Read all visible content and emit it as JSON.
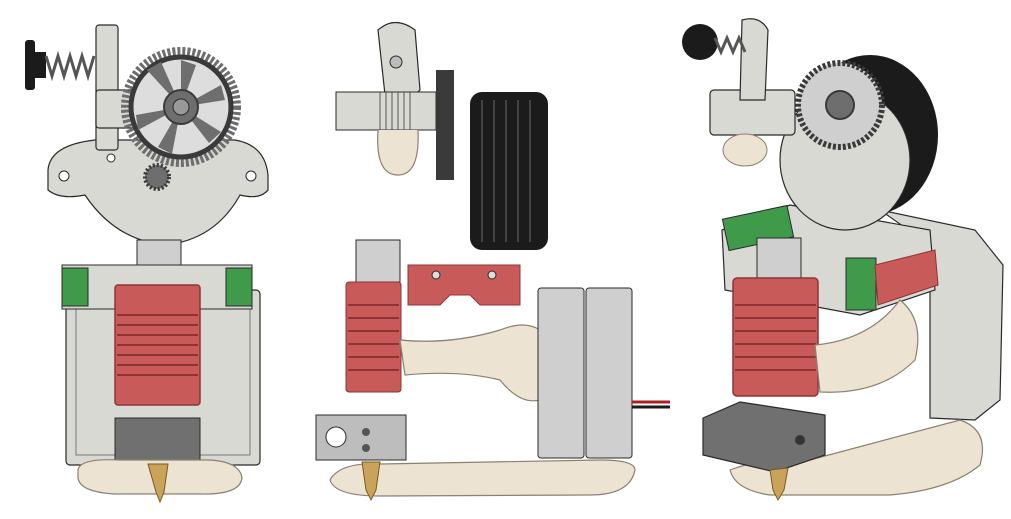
{
  "figure": {
    "views": [
      {
        "id": "front-view"
      },
      {
        "id": "side-view"
      },
      {
        "id": "iso-view"
      }
    ]
  },
  "colors": {
    "housing": "#d9d9d4",
    "housing_dark": "#a9a9a4",
    "heatsink": "#c85a5a",
    "heatsink_dark": "#8e3434",
    "rail_green": "#3f9a4a",
    "gear": "#6e6e6e",
    "gear_dark": "#3a3a3a",
    "duct": "#ece3d2",
    "duct_line": "#8a8170",
    "block": "#707070",
    "brass": "#c9a35a",
    "black": "#1b1b1b",
    "edge": "#2a2a2a"
  }
}
